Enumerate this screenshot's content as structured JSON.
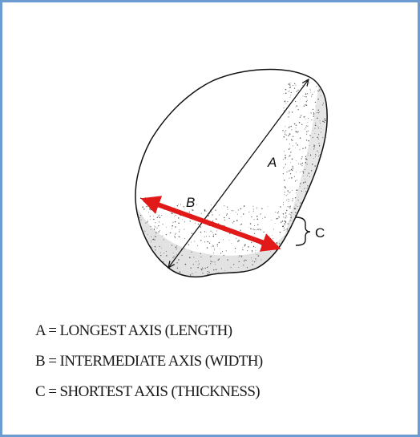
{
  "diagram": {
    "labels": {
      "a": "A",
      "b": "B",
      "c": "C"
    },
    "colors": {
      "frame_border": "#6b9bd1",
      "outline": "#111111",
      "stipple": "#555555",
      "highlight_arrow": "#e11919"
    }
  },
  "legend": {
    "items": [
      {
        "letter": "A",
        "text": "A = LONGEST AXIS (LENGTH)"
      },
      {
        "letter": "B",
        "text": "B = INTERMEDIATE AXIS (WIDTH)"
      },
      {
        "letter": "C",
        "text": "C = SHORTEST AXIS (THICKNESS)"
      }
    ]
  }
}
